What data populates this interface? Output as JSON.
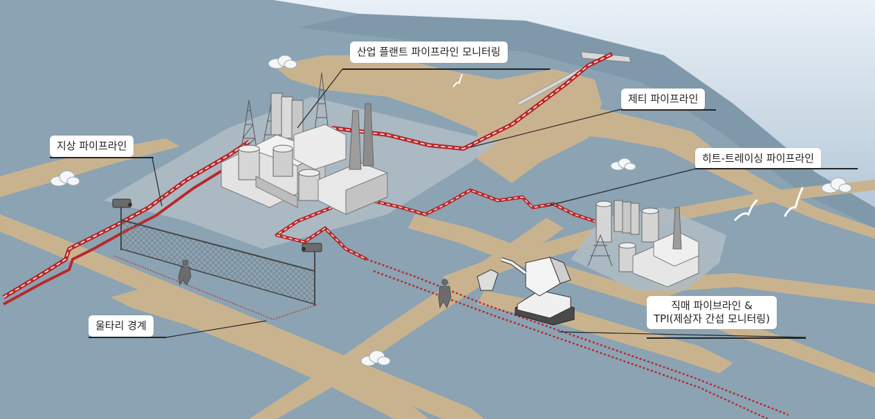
{
  "labels": {
    "plant": "산업 플랜트 파이프라인 모니터링",
    "jetty": "제티 파이프라인",
    "ground": "지상 파이프라인",
    "heat_tracing": "히트-트레이싱 파이프라인",
    "buried_line1": "직매 파이브라인 &",
    "buried_line2": "TPI(제삼자 간섭 모니터링)",
    "fence": "울타리 경계"
  },
  "icons": [
    "cctv-camera-icon",
    "excavator-icon",
    "intruder-icon",
    "seagull-icon",
    "cloud-icon",
    "oil-rig-icon",
    "storage-tank-icon",
    "chimney-icon"
  ],
  "colors": {
    "sea": "#8ba3b3",
    "sea_dark": "#6f8fa3",
    "sand": "#c9b38f",
    "plant_pad": "#aebbc4",
    "pipeline": "#b8292b",
    "pipeline_core": "#ffffff",
    "building": "#e6e6e6",
    "building_shade": "#bdbdbd",
    "sky": "#cfdceb"
  }
}
